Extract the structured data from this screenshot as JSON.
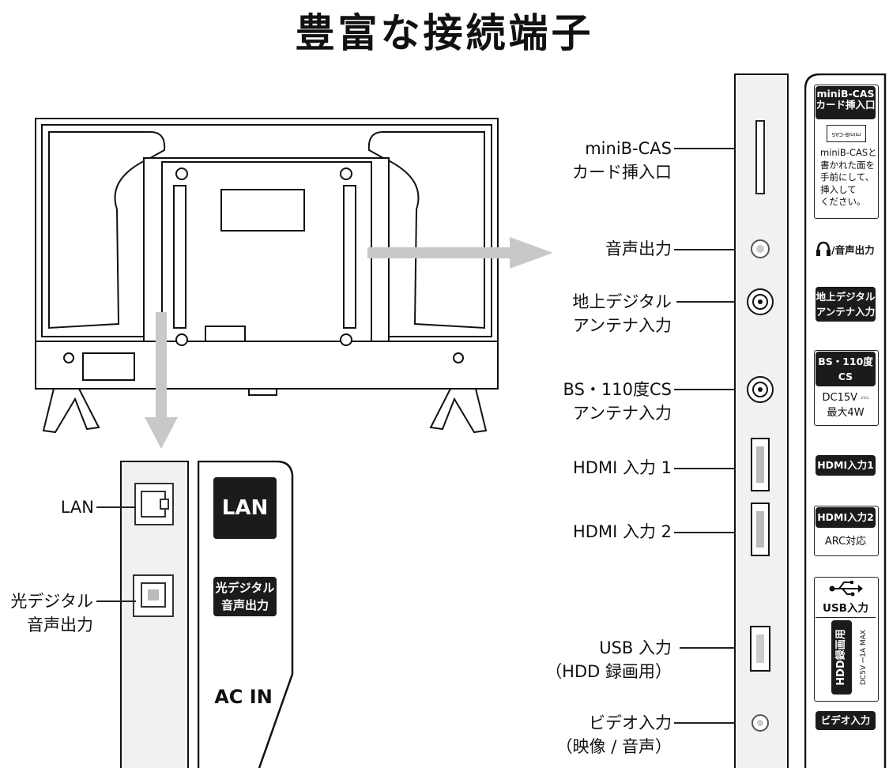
{
  "title": "豊富な接続端子",
  "left_labels": {
    "lan": "LAN",
    "optical": [
      "光デジタル",
      "音声出力"
    ]
  },
  "right_labels": {
    "bcas": [
      "miniB-CAS",
      "カード挿入口"
    ],
    "audio_out": "音声出力",
    "terrestrial": [
      "地上デジタル",
      "アンテナ入力"
    ],
    "bs": [
      "BS・110度CS",
      "アンテナ入力"
    ],
    "hdmi1": "HDMI 入力 1",
    "hdmi2": "HDMI 入力 2",
    "usb": [
      "USB 入力",
      "（HDD 録画用）"
    ],
    "video": [
      "ビデオ入力",
      "（映像 / 音声）"
    ]
  },
  "left_plate": {
    "lan": "LAN",
    "optical": [
      "光デジタル",
      "音声出力"
    ],
    "ac_in": "AC IN"
  },
  "right_plate": {
    "bcas_title": [
      "miniB-CAS",
      "カード挿入口"
    ],
    "bcas_card": "miniB-CAS",
    "bcas_note": [
      "miniB-CASと",
      "書かれた面を",
      "手前にして、",
      "挿入して",
      "ください。"
    ],
    "audio_out": "/音声出力",
    "terrestrial": [
      "地上デジタル",
      "アンテナ入力"
    ],
    "bs": [
      "BS・110度CS",
      "アンテナ入力"
    ],
    "bs_power": [
      "DC15V ⎓",
      "最大4W"
    ],
    "hdmi1": "HDMI入力1",
    "hdmi2": "HDMI入力2",
    "hdmi2_note": "ARC対応",
    "usb": "USB入力",
    "usb_rec": "HDD録画用",
    "usb_power": "DC5V ⎓1A MAX",
    "video": "ビデオ入力"
  }
}
